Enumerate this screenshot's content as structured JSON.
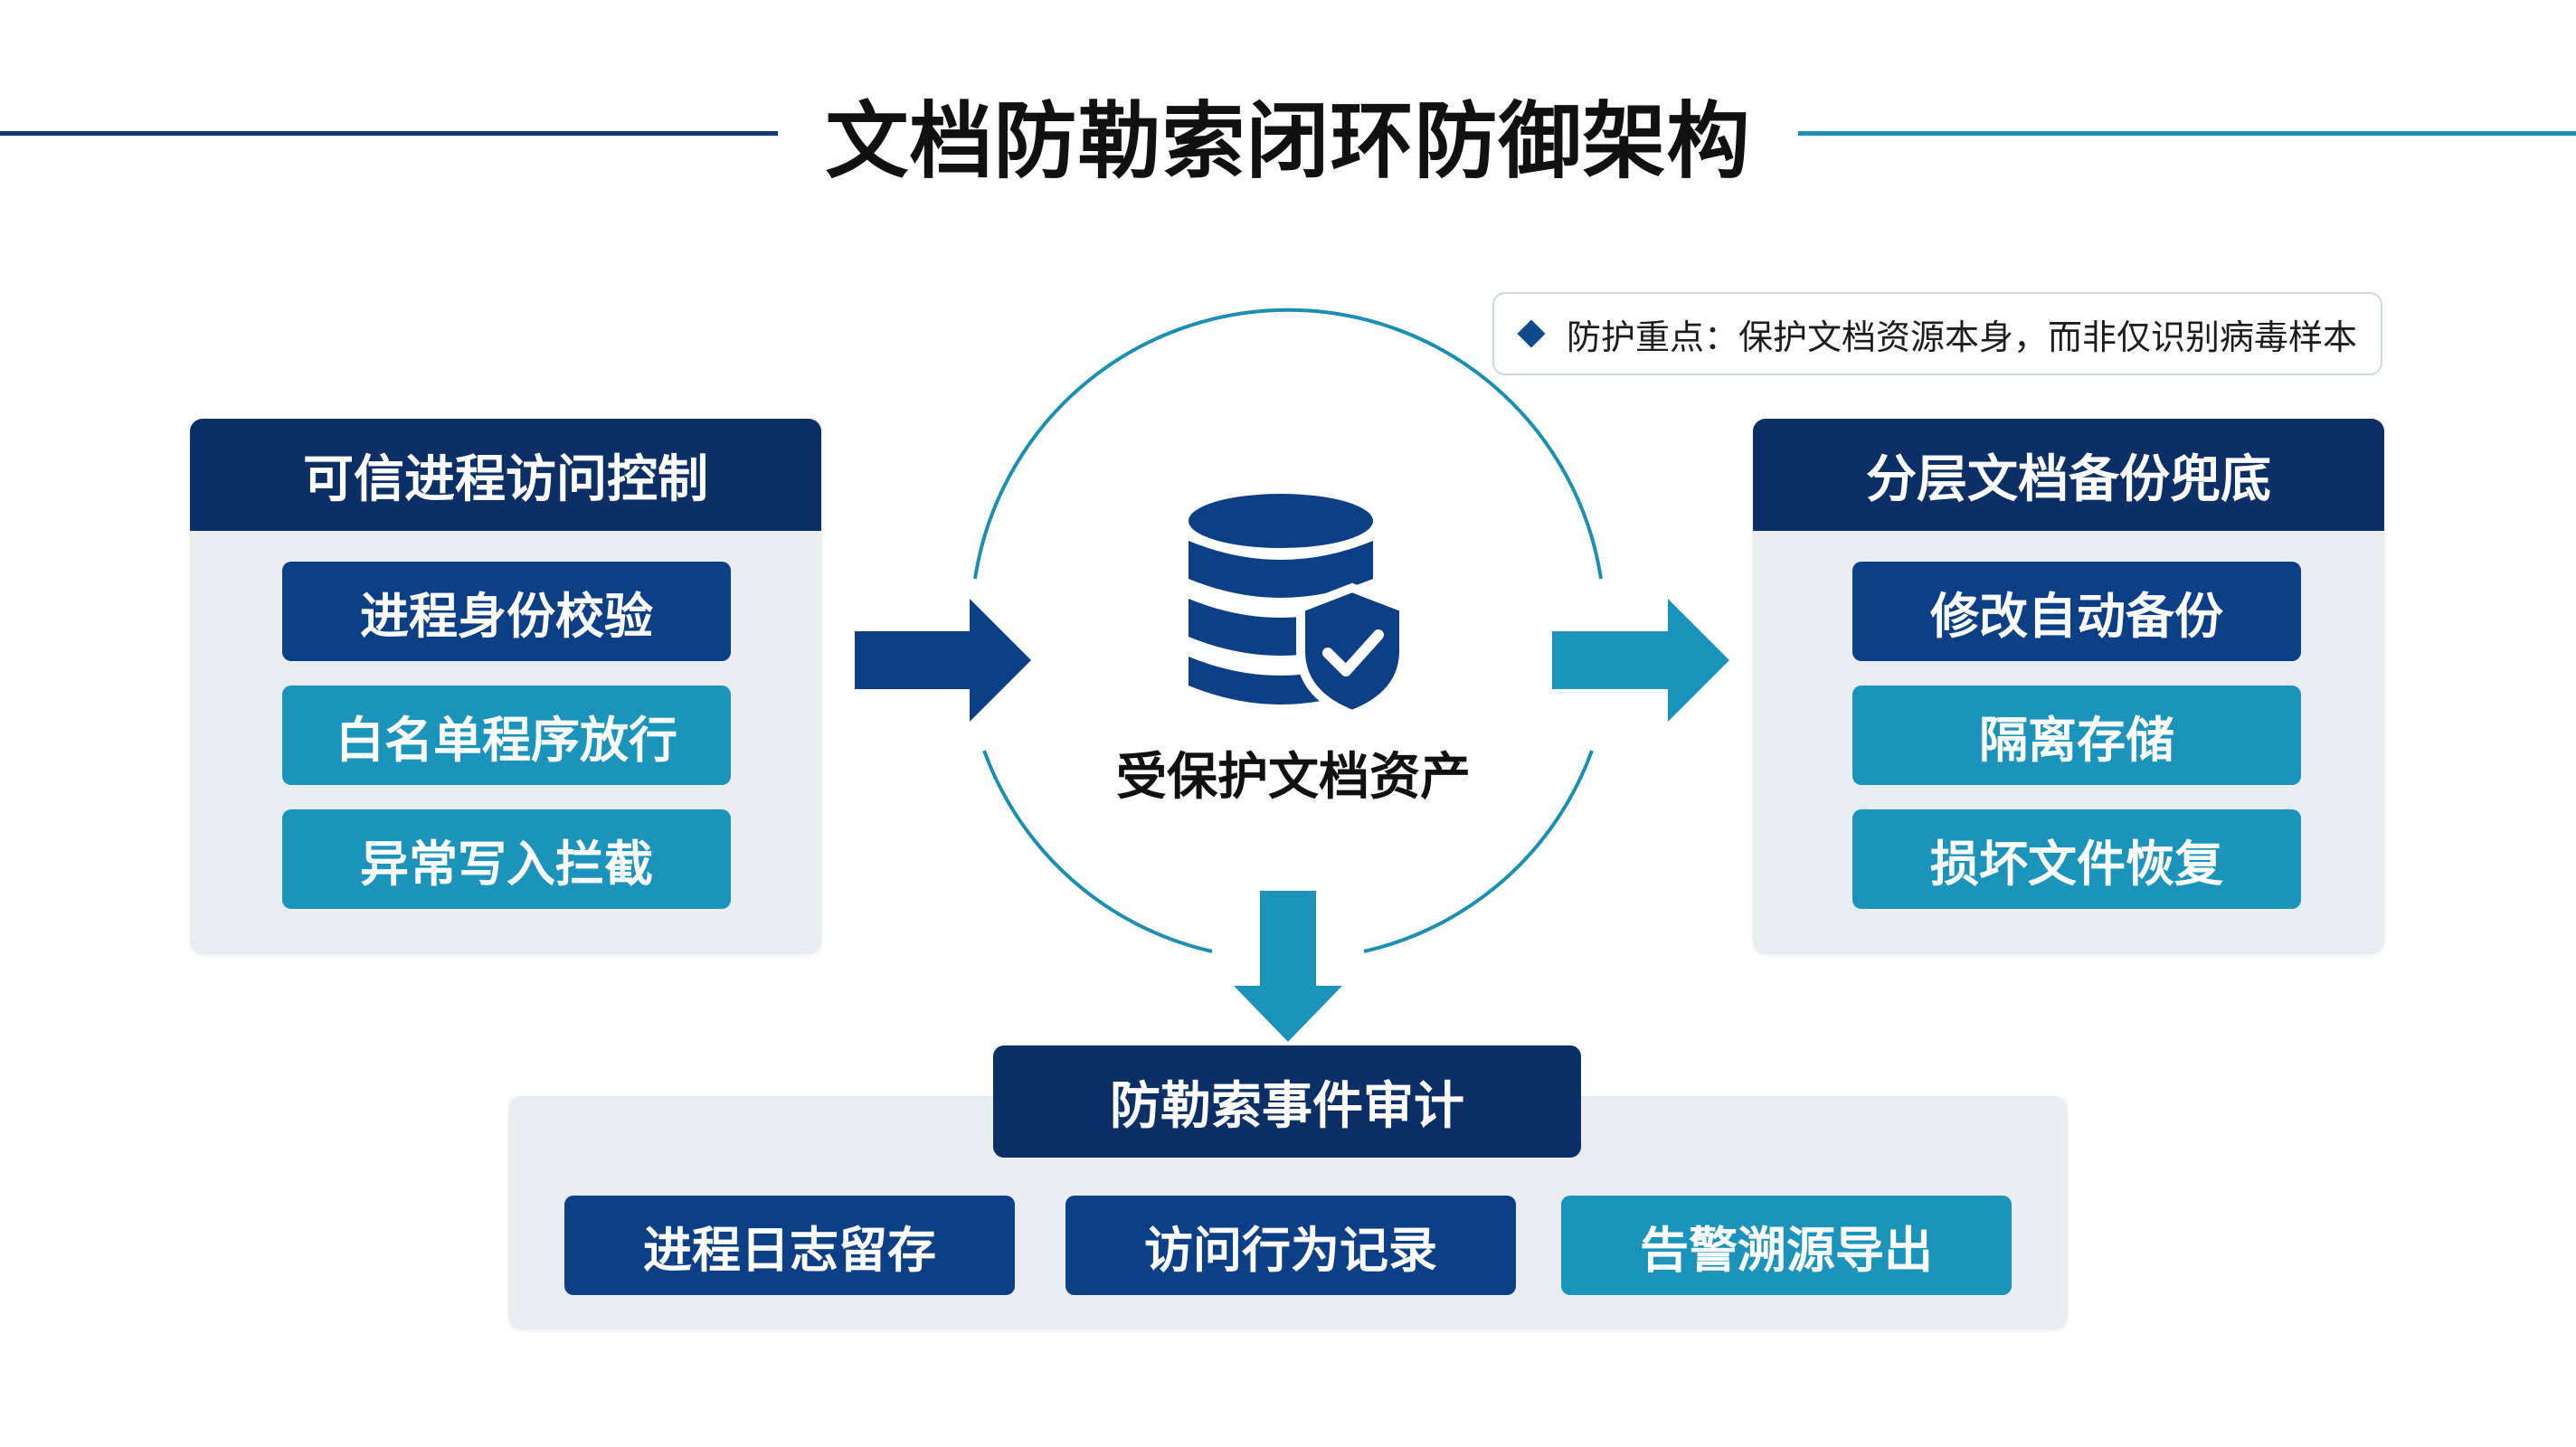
{
  "title": "文档防勒索闭环防御架构",
  "note": "防护重点：保护文档资源本身，而非仅识别病毒样本",
  "center": {
    "label": "受保护文档资产",
    "icon": "database-shield-icon"
  },
  "left_panel": {
    "title": "可信进程访问控制",
    "items": [
      "进程身份校验",
      "白名单程序放行",
      "异常写入拦截"
    ]
  },
  "right_panel": {
    "title": "分层文档备份兜底",
    "items": [
      "修改自动备份",
      "隔离存储",
      "损坏文件恢复"
    ]
  },
  "bottom_panel": {
    "title": "防勒索事件审计",
    "items": [
      "进程日志留存",
      "访问行为记录",
      "告警溯源导出"
    ]
  },
  "colors": {
    "navy": "#0c2f66",
    "dark_blue": "#0d3f86",
    "teal": "#1c93ba",
    "panel_bg": "#e9edf2"
  }
}
